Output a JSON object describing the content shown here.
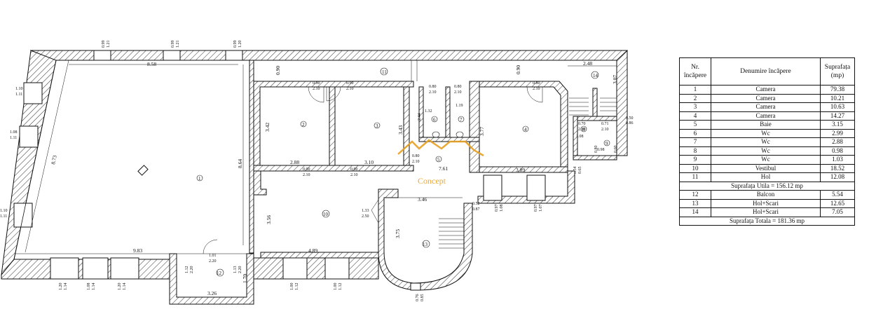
{
  "plan": {
    "window_labels_top": [
      {
        "w": "0.99",
        "h": "1.21"
      },
      {
        "w": "0.99",
        "h": "1.21"
      },
      {
        "w": "0.99",
        "h": "1.20"
      }
    ],
    "dims": {
      "d858": "8.58",
      "d873": "8.73",
      "d864": "8.64",
      "d983": "9.83",
      "d489": "4.89",
      "d288": "2.88",
      "d310": "3.10",
      "d761": "7.61",
      "d389": "3.89",
      "d346": "3.46",
      "d342": "3.42",
      "d343": "3.43",
      "d377": "3.77",
      "d356": "3.56",
      "d375": "3.75",
      "d326": "3.26",
      "d170": "1.70",
      "d248": "2.48",
      "d307": "3.07",
      "d244": "2.44",
      "d132": "1.32",
      "d119": "1.19",
      "d108": "1.08",
      "d098": "0.98",
      "d090a": "0.90",
      "d090b": "0.90"
    },
    "doors": {
      "r2": {
        "w": "0.90",
        "h": "2.10"
      },
      "r3": {
        "w": "0.90",
        "h": "2.10"
      },
      "r6": {
        "w": "0.80",
        "h": "2.10"
      },
      "r7": {
        "w": "0.80",
        "h": "2.10"
      },
      "r4": {
        "w": "0.80",
        "h": "2.10"
      },
      "r2b": {
        "w": "0.90",
        "h": "2.10"
      },
      "r3b": {
        "w": "0.90",
        "h": "2.10"
      },
      "r5": {
        "w": "0.80",
        "h": "2.10"
      },
      "r10": {
        "w": "1.33",
        "h": "2.50"
      },
      "r12": {
        "w": "1.01",
        "h": "2.20"
      },
      "r8": {
        "w": "0.70",
        "h": "2.10"
      },
      "r9": {
        "w": "0.71",
        "h": "2.10"
      }
    },
    "left_windows": [
      {
        "w": "1.10",
        "h": "1.11"
      },
      {
        "w": "1.08",
        "h": "1.11"
      },
      {
        "w": "1.10",
        "h": "1.11"
      }
    ],
    "bottom_windows": [
      {
        "w": "1.20",
        "h": "1.14"
      },
      {
        "w": "1.08",
        "h": "1.14"
      },
      {
        "w": "1.20",
        "h": "1.14"
      },
      {
        "w": "1.00",
        "h": "1.12"
      },
      {
        "w": "1.00",
        "h": "1.12"
      },
      {
        "w": "0.76",
        "h": "0.85"
      }
    ],
    "side_labels": {
      "v1": {
        "w": "1.12",
        "h": "2.20"
      },
      "v2": {
        "w": "1.13",
        "h": "2.20"
      },
      "v3": {
        "w": "0.52",
        "h": "0.87"
      },
      "v4": {
        "w": "0.97",
        "h": "1.08"
      },
      "v5": {
        "w": "0.97",
        "h": "1.07"
      },
      "v6": {
        "w": "0.54",
        "h": "0.65"
      },
      "v7": {
        "w": "0.50",
        "h": "0.86"
      },
      "v8": {
        "w": "0.80",
        "h": "0.60"
      }
    },
    "room_numbers": [
      "1",
      "2",
      "3",
      "4",
      "5",
      "6",
      "7",
      "8",
      "9",
      "10",
      "11",
      "12",
      "13",
      "14"
    ],
    "logo_text": "Concept"
  },
  "table": {
    "headers": {
      "nr": "Nr. încăpere",
      "name": "Denumire încăpere",
      "area": "Suprafața (mp)"
    },
    "rows": [
      {
        "nr": "1",
        "name": "Camera",
        "area": "79.38"
      },
      {
        "nr": "2",
        "name": "Camera",
        "area": "10.21"
      },
      {
        "nr": "3",
        "name": "Camera",
        "area": "10.63"
      },
      {
        "nr": "4",
        "name": "Camera",
        "area": "14.27"
      },
      {
        "nr": "5",
        "name": "Baie",
        "area": "3.15"
      },
      {
        "nr": "6",
        "name": "Wc",
        "area": "2.99"
      },
      {
        "nr": "7",
        "name": "Wc",
        "area": "2.88"
      },
      {
        "nr": "8",
        "name": "Wc",
        "area": "0.98"
      },
      {
        "nr": "9",
        "name": "Wc",
        "area": "1.03"
      },
      {
        "nr": "10",
        "name": "Vestibul",
        "area": "18.52"
      },
      {
        "nr": "11",
        "name": "Hol",
        "area": "12.08"
      }
    ],
    "subtotal": "Suprafața Utila = 156.12 mp",
    "rows2": [
      {
        "nr": "12",
        "name": "Balcon",
        "area": "5.54"
      },
      {
        "nr": "13",
        "name": "Hol+Scari",
        "area": "12.65"
      },
      {
        "nr": "14",
        "name": "Hol+Scari",
        "area": "7.05"
      }
    ],
    "total": "Suprafața Totala = 181.36 mp"
  }
}
